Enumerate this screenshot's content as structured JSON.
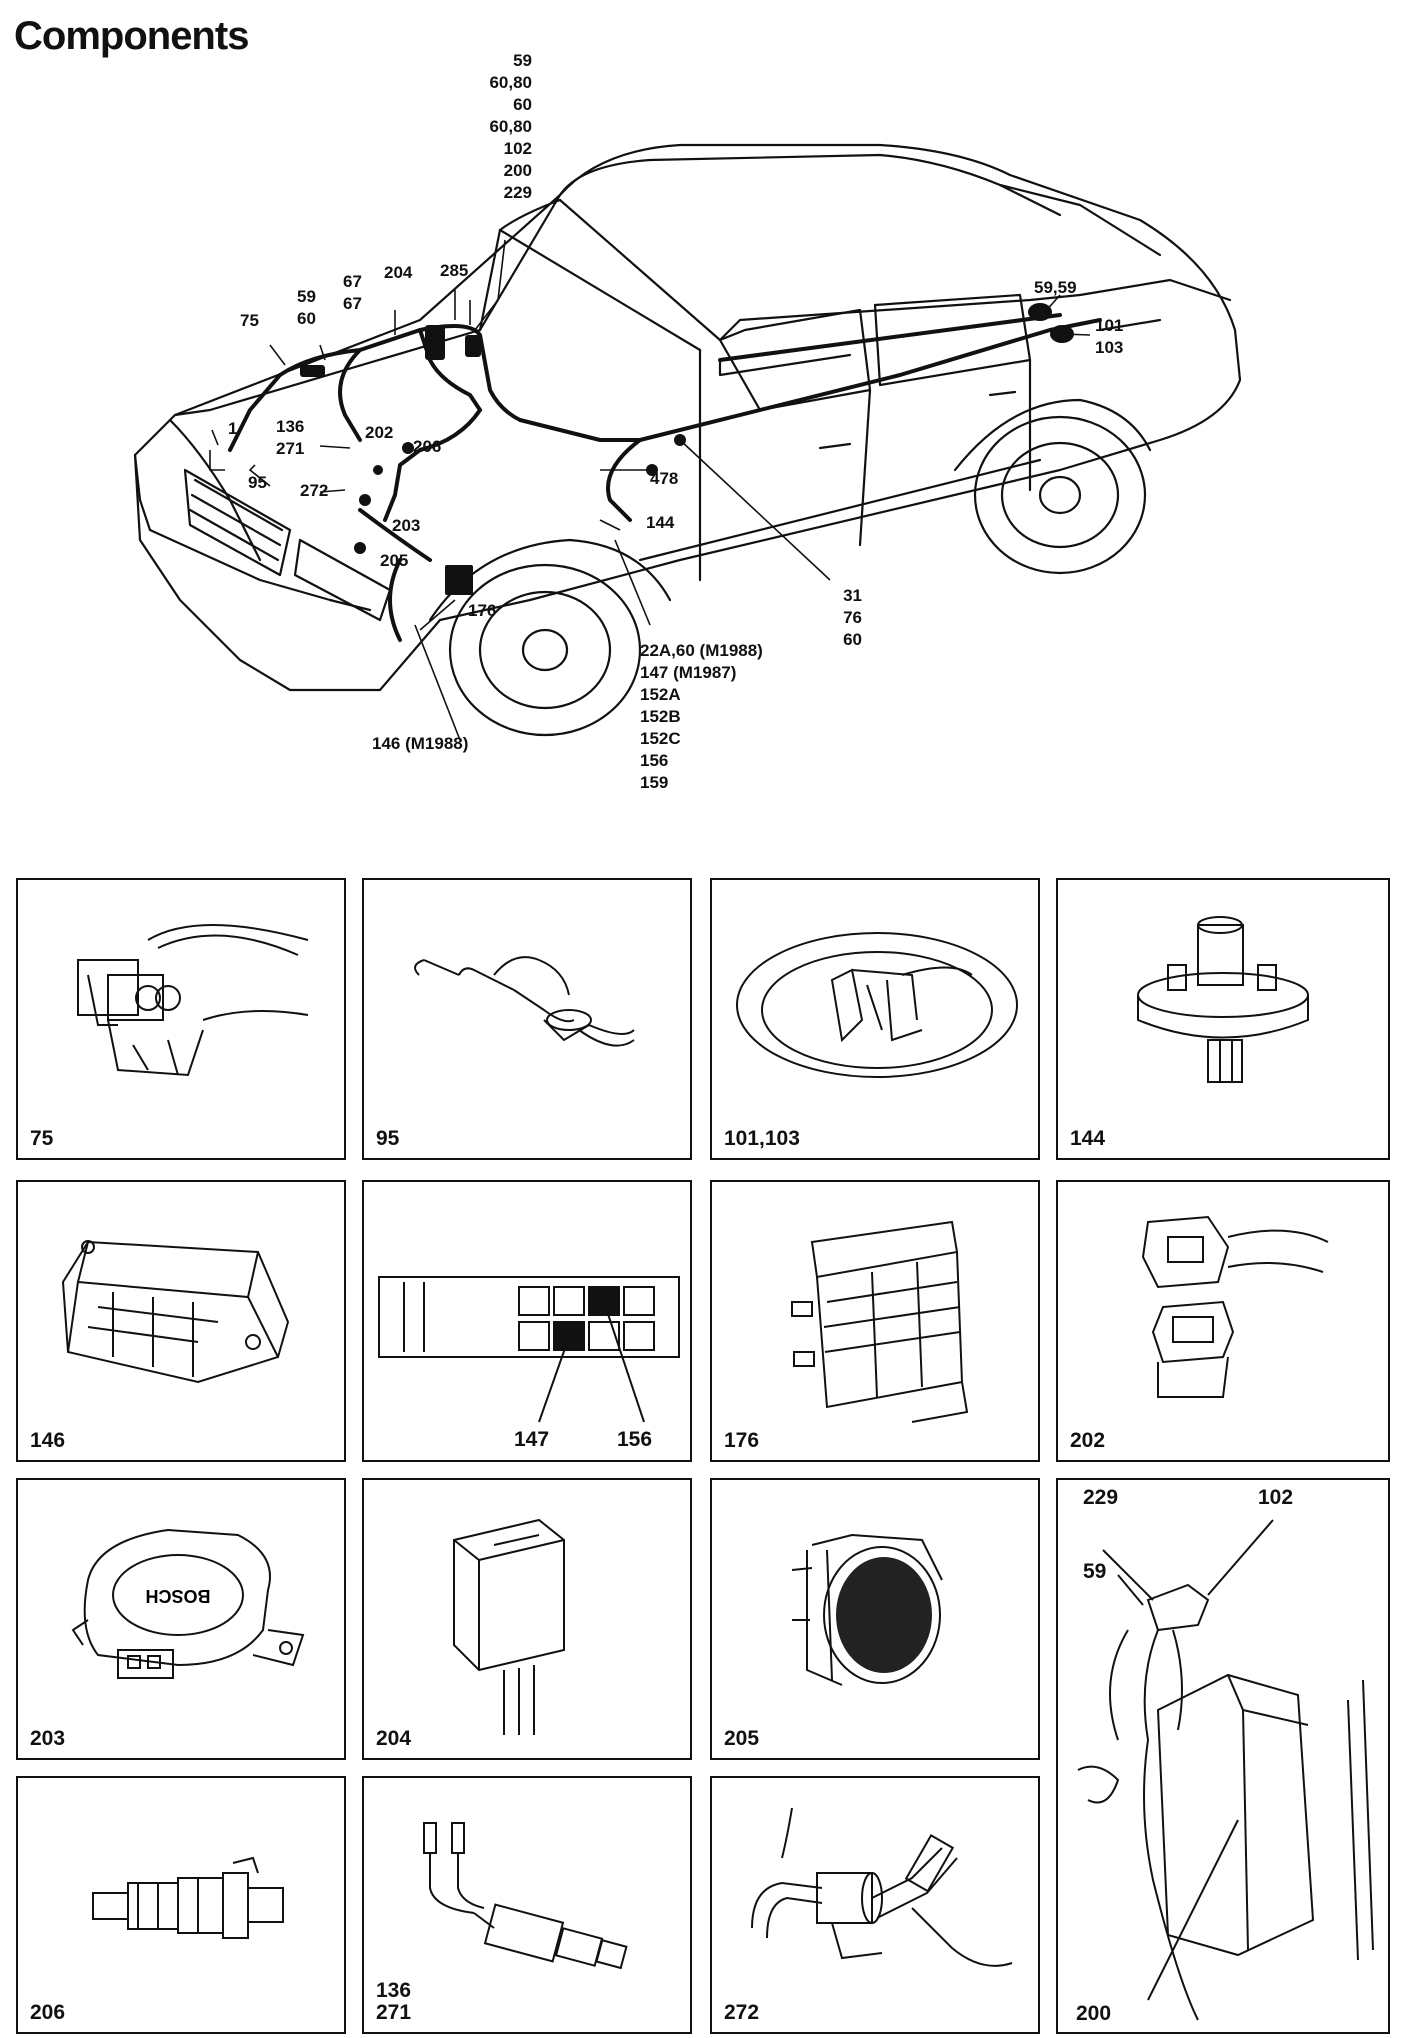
{
  "page": {
    "title": "Components"
  },
  "car_callouts": {
    "top_stack": [
      "59",
      "60,80",
      "60",
      "60,80",
      "102",
      "200",
      "229"
    ],
    "c75": "75",
    "c59_60": [
      "59",
      "60"
    ],
    "c67": [
      "67",
      "67"
    ],
    "c204": "204",
    "c285": "285",
    "c59_59": "59,59",
    "c101_103": [
      "101",
      "103"
    ],
    "c1": "1",
    "c136_271": [
      "136",
      "271"
    ],
    "c202": "202",
    "c206": "206",
    "c95": "95",
    "c272": "272",
    "c203": "203",
    "c205": "205",
    "c478": "478",
    "c144": "144",
    "c176": "176",
    "c31_76_60": [
      "31",
      "76",
      "60"
    ],
    "bottom_stack": [
      "22A,60 (M1988)",
      "147 (M1987)",
      "152A",
      "152B",
      "152C",
      "156",
      "159"
    ],
    "c146": "146 (M1988)"
  },
  "panels": [
    {
      "label": "75"
    },
    {
      "label": "95"
    },
    {
      "label": "101,103"
    },
    {
      "label": "144"
    },
    {
      "label": "146"
    },
    {
      "label": "",
      "sub_labels": [
        "147",
        "156"
      ]
    },
    {
      "label": "176"
    },
    {
      "label": "202"
    },
    {
      "label": "203",
      "stamp": "BOSCH"
    },
    {
      "label": "204"
    },
    {
      "label": "205"
    },
    {
      "label": "",
      "sub_labels": [
        "229",
        "102",
        "59",
        "200"
      ]
    },
    {
      "label": "206"
    },
    {
      "label": "136\n271",
      "lines": [
        "136",
        "271"
      ]
    },
    {
      "label": "272"
    }
  ]
}
